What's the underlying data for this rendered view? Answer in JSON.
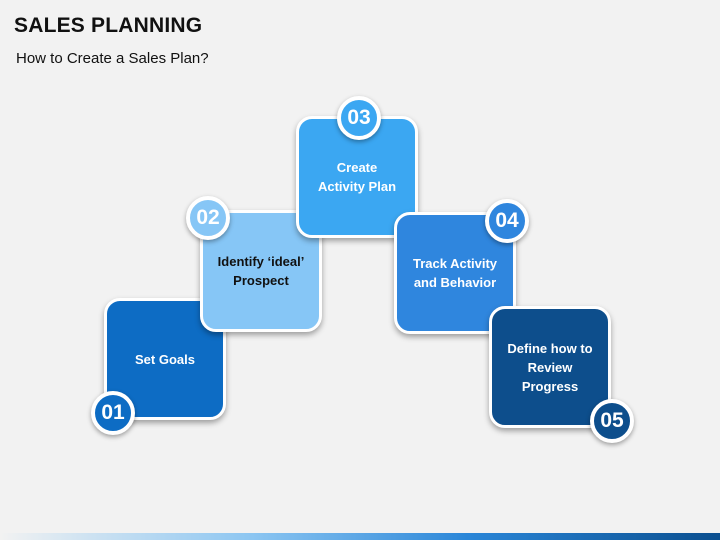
{
  "title": "SALES PLANNING",
  "subtitle": "How to Create a Sales Plan?",
  "colors": {
    "step1": "#0d6cc4",
    "step2": "#86c6f6",
    "step3": "#3ba7f2",
    "step4": "#2f86de",
    "step5": "#0d4e8c",
    "background": "#f2f2f2"
  },
  "steps": [
    {
      "number": "01",
      "label": "Set Goals"
    },
    {
      "number": "02",
      "label": "Identify ‘ideal’\nProspect"
    },
    {
      "number": "03",
      "label": "Create\nActivity Plan"
    },
    {
      "number": "04",
      "label": "Track Activity\nand Behavior"
    },
    {
      "number": "05",
      "label": "Define how to\nReview\nProgress"
    }
  ]
}
